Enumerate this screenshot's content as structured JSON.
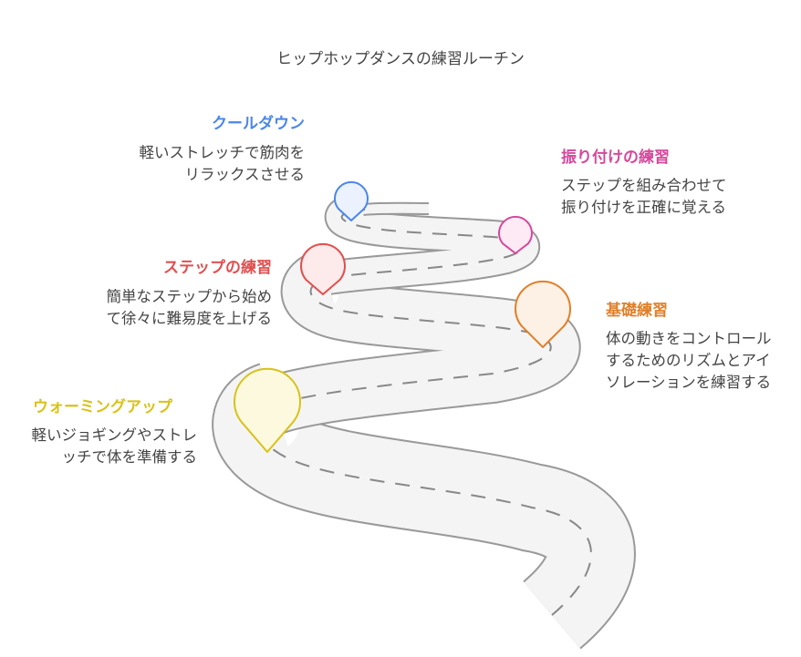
{
  "title": "ヒップホップダンスの練習ルーチン",
  "steps": [
    {
      "heading": "クールダウン",
      "description": "軽いストレッチで筋肉をリラックスさせる",
      "color": "#4a86e8",
      "fill": "#ebf2fd"
    },
    {
      "heading": "振り付けの練習",
      "description": "ステップを組み合わせて振り付けを正確に覚える",
      "color": "#d6489c",
      "fill": "#fdeaf5"
    },
    {
      "heading": "ステップの練習",
      "description": "簡単なステップから始めて徐々に難易度を上げる",
      "color": "#e05050",
      "fill": "#fdeaea"
    },
    {
      "heading": "基礎練習",
      "description": "体の動きをコントロールするためのリズムとアイソレーションを練習する",
      "color": "#e0802c",
      "fill": "#fdf0e4"
    },
    {
      "heading": "ウォーミングアップ",
      "description": "軽いジョギングやストレッチで体を準備する",
      "color": "#d8c21a",
      "fill": "#fdf9df"
    }
  ]
}
